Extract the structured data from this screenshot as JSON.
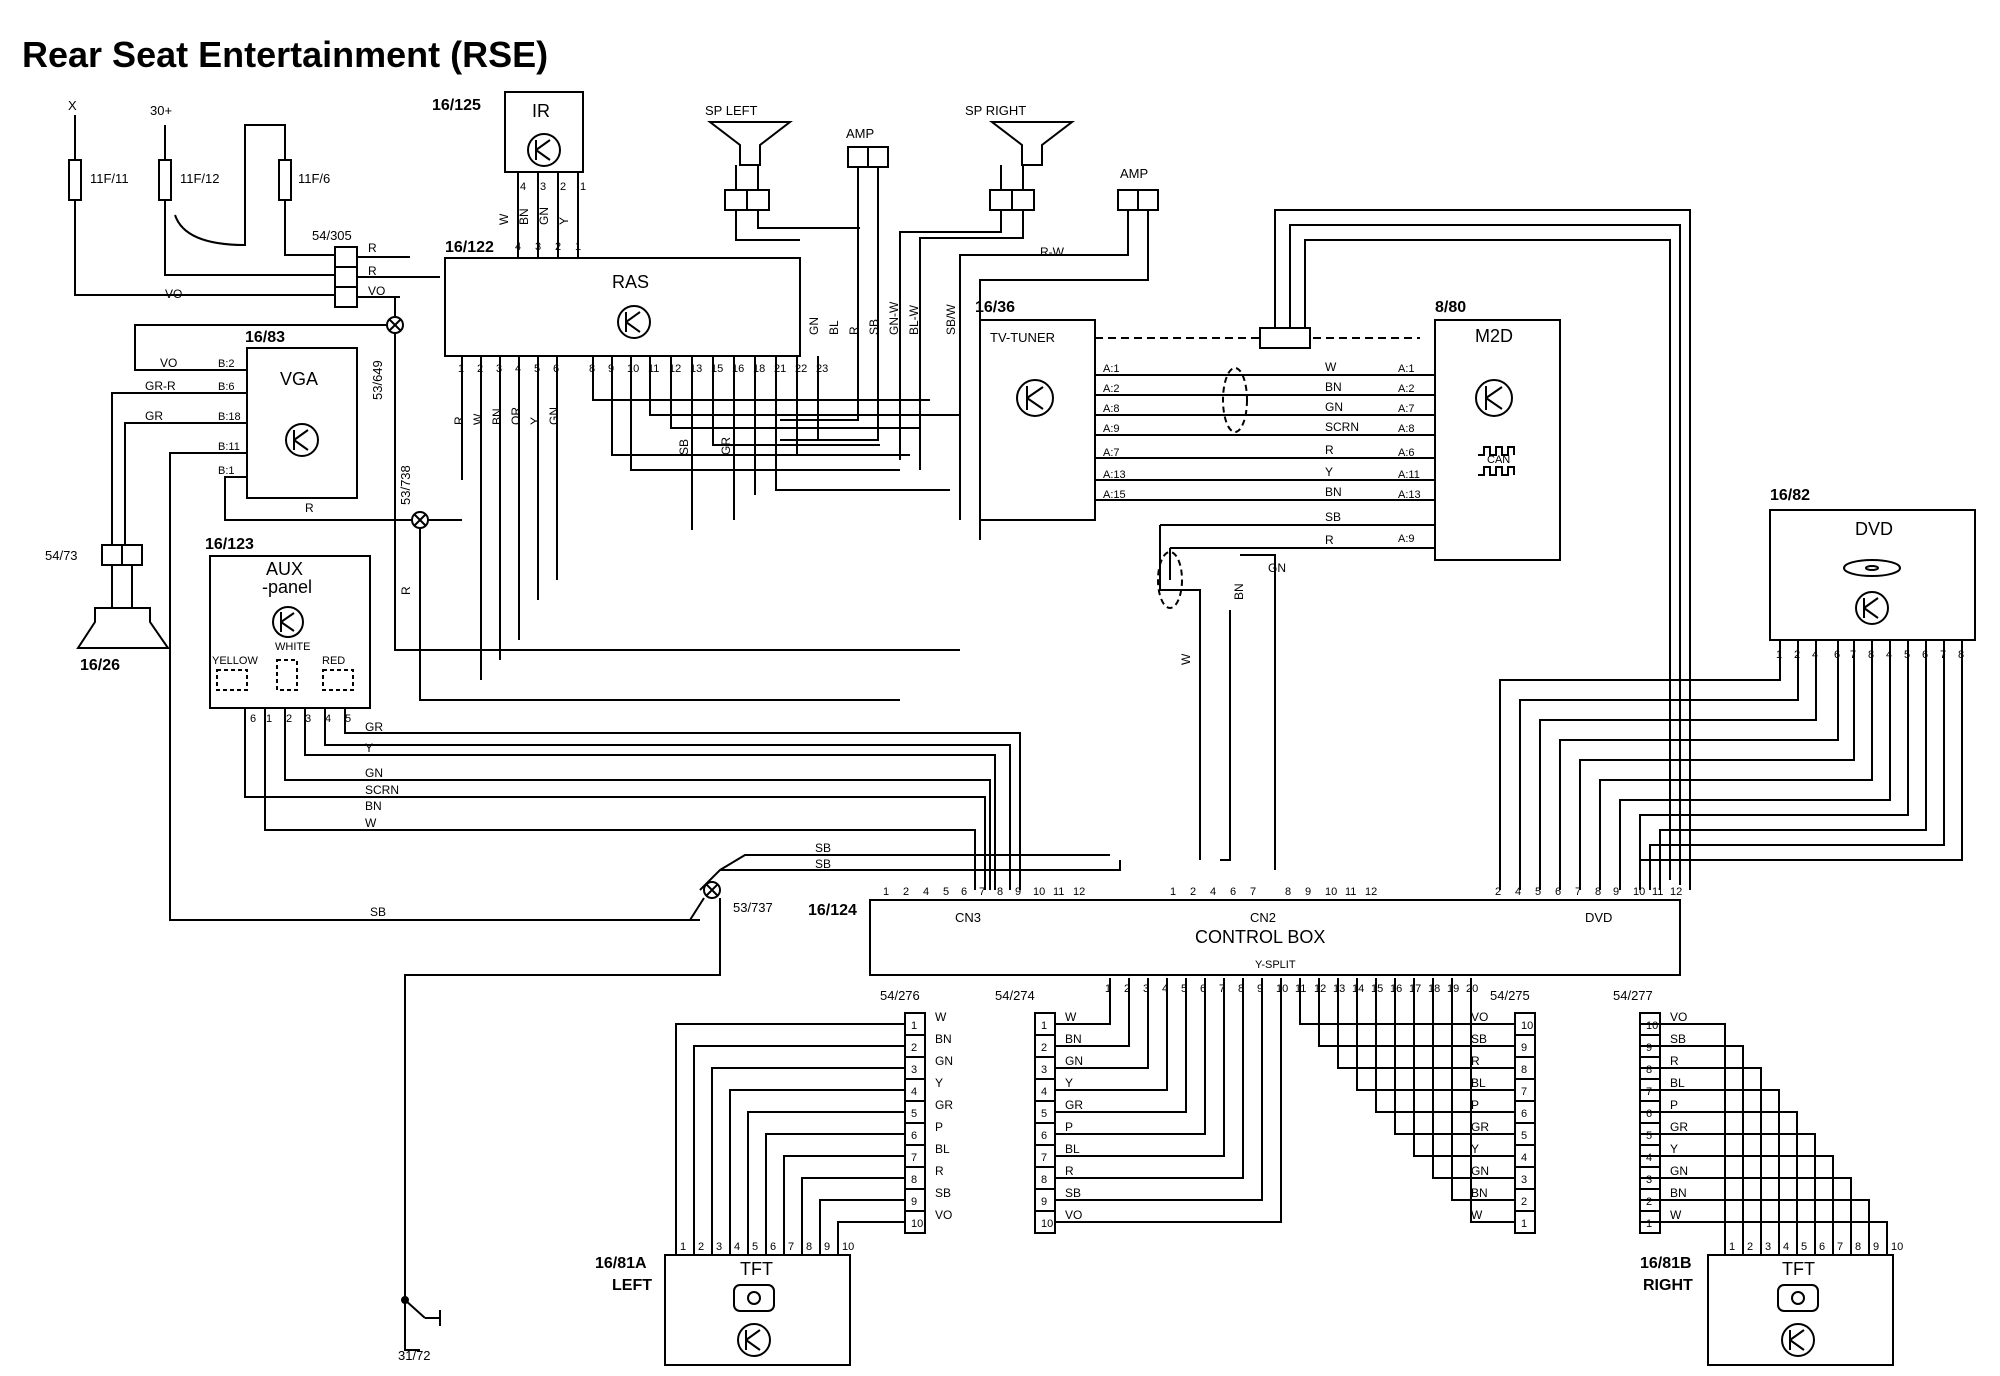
{
  "title": "Rear Seat Entertainment (RSE)",
  "fuses": [
    {
      "label": "X",
      "id": "11F/11"
    },
    {
      "label": "30+",
      "id": "11F/12"
    },
    {
      "label": "",
      "id": "11F/6"
    }
  ],
  "connectors": {
    "c54_305": "54/305",
    "c54_73": "54/73",
    "c53_649": "53/649",
    "c53_738": "53/738",
    "c53_737": "53/737",
    "c31_72": "31/72",
    "c54_276": "54/276",
    "c54_274": "54/274",
    "c54_275": "54/275",
    "c54_277": "54/277"
  },
  "components": {
    "ir": {
      "id": "16/125",
      "name": "IR",
      "pins": [
        "4",
        "3",
        "2",
        "1"
      ],
      "wires": [
        "W",
        "BN",
        "GN",
        "Y"
      ]
    },
    "ras": {
      "id": "16/122",
      "name": "RAS",
      "top_pins": [
        "4",
        "3",
        "2",
        "1"
      ],
      "pins": [
        "1",
        "2",
        "3",
        "4",
        "5",
        "6",
        "8",
        "9",
        "10",
        "11",
        "12",
        "13",
        "15",
        "16",
        "18",
        "21",
        "22",
        "23"
      ],
      "side_wires": [
        "GN",
        "BL",
        "R",
        "SB",
        "GN-W",
        "BL-W",
        "SB/W"
      ]
    },
    "vga": {
      "id": "16/83",
      "name": "VGA",
      "pins": [
        "B:2",
        "B:6",
        "B:18",
        "B:11",
        "B:1"
      ],
      "wires": [
        "VO",
        "GR-R",
        "GR",
        "",
        ""
      ]
    },
    "speaker_26": {
      "id": "16/26"
    },
    "aux": {
      "id": "16/123",
      "name": "AUX",
      "name2": "-panel",
      "yellow": "YELLOW",
      "white": "WHITE",
      "red": "RED",
      "pins": [
        "6",
        "1",
        "2",
        "3",
        "4",
        "5"
      ],
      "wires": [
        "GR",
        "Y",
        "GN",
        "SCRN",
        "BN",
        "W"
      ]
    },
    "sp_left": {
      "name": "SP LEFT"
    },
    "sp_right": {
      "name": "SP RIGHT"
    },
    "amp1": {
      "name": "AMP"
    },
    "amp2": {
      "name": "AMP"
    },
    "tuner": {
      "id": "16/36",
      "name": "TV-TUNER",
      "pins": [
        "A:1",
        "A:2",
        "A:8",
        "A:9",
        "A:7",
        "A:13",
        "A:15"
      ]
    },
    "m2d": {
      "id": "8/80",
      "name": "M2D",
      "can": "CAN",
      "pins": [
        "A:1",
        "A:2",
        "A:7",
        "A:8",
        "A:6",
        "A:11",
        "A:13",
        "",
        "A:9"
      ],
      "wires": [
        "W",
        "BN",
        "GN",
        "SCRN",
        "R",
        "Y",
        "BN",
        "SB",
        "R"
      ]
    },
    "dvd": {
      "id": "16/82",
      "name": "DVD",
      "pins": [
        "1",
        "2",
        "4",
        "6",
        "7",
        "8",
        "4",
        "5",
        "6",
        "7",
        "8"
      ]
    },
    "control_box": {
      "id": "16/124",
      "name": "CONTROL BOX",
      "cn3": "CN3",
      "cn2": "CN2",
      "dvd": "DVD",
      "ysplit": "Y-SPLIT",
      "cn3_pins": [
        "1",
        "2",
        "4",
        "5",
        "6",
        "7",
        "8",
        "9",
        "10",
        "11",
        "12"
      ],
      "cn2_pins": [
        "1",
        "2",
        "4",
        "6",
        "7",
        "8",
        "9",
        "10",
        "11",
        "12"
      ],
      "dvd_pins": [
        "2",
        "4",
        "5",
        "6",
        "7",
        "8",
        "9",
        "10",
        "11",
        "12"
      ],
      "ysplit_pins": [
        "1",
        "2",
        "3",
        "4",
        "5",
        "6",
        "7",
        "8",
        "9",
        "10",
        "11",
        "12",
        "13",
        "14",
        "15",
        "16",
        "17",
        "18",
        "19",
        "20"
      ]
    },
    "tft_left": {
      "id": "16/81A",
      "side": "LEFT",
      "name": "TFT"
    },
    "tft_right": {
      "id": "16/81B",
      "side": "RIGHT",
      "name": "TFT"
    }
  },
  "wire_labels": {
    "r": "R",
    "vo": "VO",
    "sb": "SB",
    "gn": "GN",
    "bn": "BN",
    "w": "W",
    "rw": "R-W",
    "w_tag": "W",
    "bn_tag": "BN",
    "ras_bottom": [
      "R",
      "W",
      "BN",
      "OR",
      "Y",
      "GN"
    ],
    "ras_mid": [
      "SB",
      "GR"
    ]
  },
  "harness_left": {
    "pins": [
      "1",
      "2",
      "3",
      "4",
      "5",
      "6",
      "7",
      "8",
      "9",
      "10"
    ],
    "wires": [
      "W",
      "BN",
      "GN",
      "Y",
      "GR",
      "P",
      "BL",
      "R",
      "SB",
      "VO"
    ]
  },
  "harness_right": {
    "pins": [
      "10",
      "9",
      "8",
      "7",
      "6",
      "5",
      "4",
      "3",
      "2",
      "1"
    ],
    "wires": [
      "VO",
      "SB",
      "R",
      "BL",
      "P",
      "GR",
      "Y",
      "GN",
      "BN",
      "W"
    ]
  },
  "tft_pins": [
    "1",
    "2",
    "3",
    "4",
    "5",
    "6",
    "7",
    "8",
    "9",
    "10"
  ],
  "colors": {
    "line": "#000000",
    "background": "#ffffff"
  }
}
